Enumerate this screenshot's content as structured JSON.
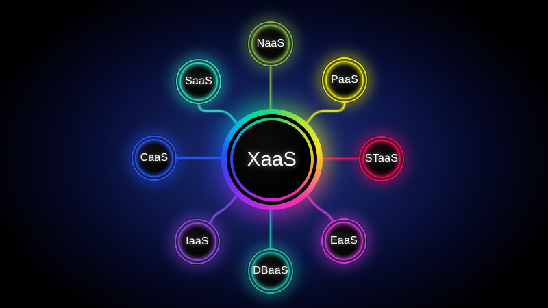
{
  "center": {
    "label": "XaaS",
    "ring_gradient": [
      "#2ed573 0deg",
      "#b4e337 40deg",
      "#efe427 75deg",
      "#f6a93c 100deg",
      "#ff5f93 125deg",
      "#ff2fa8 145deg",
      "#e02ad6 175deg",
      "#9f2cf0 215deg",
      "#5038f5 250deg",
      "#1e55f5 278deg",
      "#00aaf0 305deg",
      "#00d9a0 335deg",
      "#2ed573 360deg"
    ]
  },
  "nodes": [
    {
      "id": "naas",
      "label": "NaaS",
      "color": "#7fb04f",
      "position": "top"
    },
    {
      "id": "paas",
      "label": "PaaS",
      "color": "#e8e418",
      "position": "top-right"
    },
    {
      "id": "staas",
      "label": "STaaS",
      "color": "#e81164",
      "position": "right"
    },
    {
      "id": "eaas",
      "label": "EaaS",
      "color": "#c73bd6",
      "position": "bottom-right"
    },
    {
      "id": "dbaas",
      "label": "DBaaS",
      "color": "#23b5ad",
      "position": "bottom"
    },
    {
      "id": "iaas",
      "label": "IaaS",
      "color": "#8a4be0",
      "position": "bottom-left"
    },
    {
      "id": "caas",
      "label": "CaaS",
      "color": "#2b55f0",
      "position": "left"
    },
    {
      "id": "saas",
      "label": "SaaS",
      "color": "#2fd6c3",
      "position": "top-left"
    }
  ],
  "background": {
    "center_glow": "#1a2a74",
    "edge": "#000000",
    "text_color": "#ffffff"
  }
}
